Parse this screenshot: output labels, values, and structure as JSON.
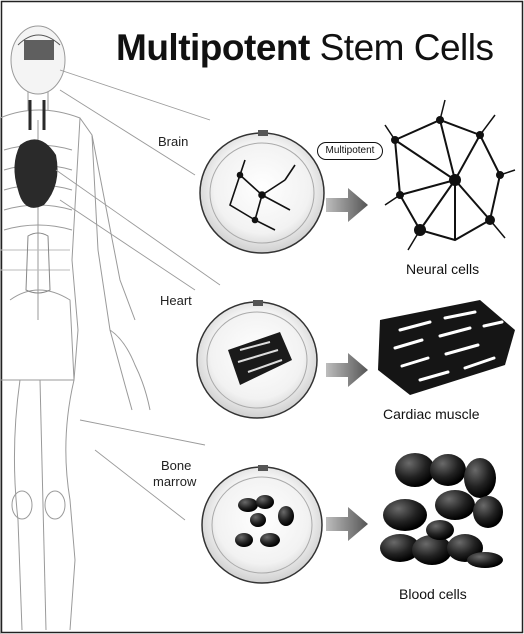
{
  "title": {
    "bold": "Multipotent",
    "light": " Stem Cells"
  },
  "badge": "Multipotent",
  "sources": [
    {
      "label": "Brain"
    },
    {
      "label": "Heart"
    },
    {
      "label_line1": "Bone",
      "label_line2": "marrow"
    }
  ],
  "outputs": [
    "Neural cells",
    "Cardiac muscle",
    "Blood cells"
  ],
  "icons": [
    "human-body-illustration",
    "petri-dish-icon",
    "arrow-right-icon",
    "neural-cells-icon",
    "cardiac-muscle-icon",
    "blood-cells-icon"
  ],
  "colors": {
    "ink": "#111111",
    "arrow": "#707070",
    "body_line": "#9a9a9a",
    "dish": "#e9e9e9"
  }
}
